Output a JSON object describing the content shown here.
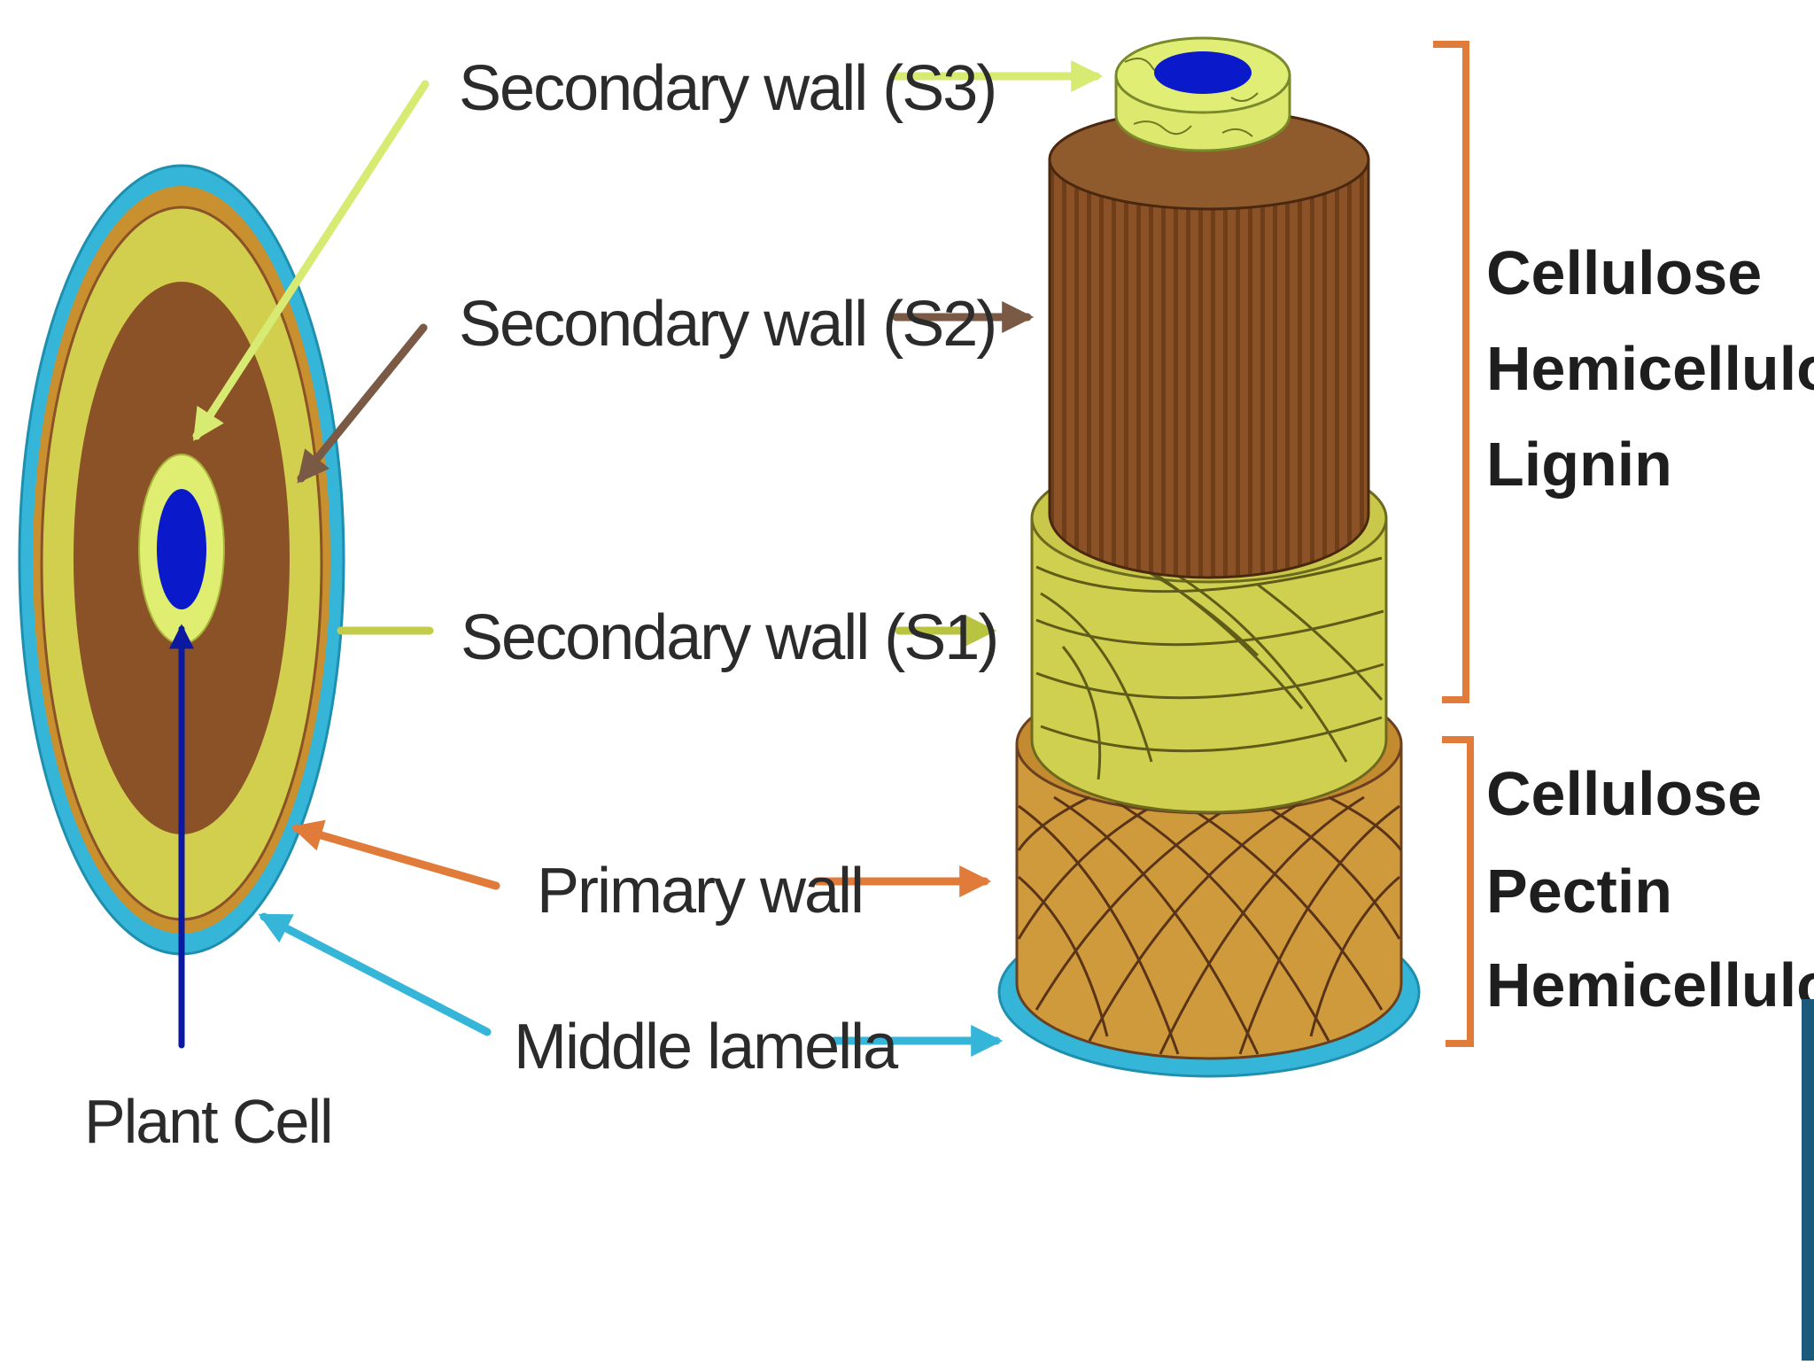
{
  "labels": {
    "s3": "Secondary wall (S3)",
    "s2": "Secondary wall (S2)",
    "s1": "Secondary wall (S1)",
    "primary": "Primary wall",
    "middle": "Middle lamella",
    "plant_cell": "Plant Cell"
  },
  "composition": {
    "secondary": [
      "Cellulose",
      "Hemicellulose",
      "Lignin"
    ],
    "primary": [
      "Cellulose",
      "Pectin",
      "Hemicellulose"
    ]
  },
  "colors": {
    "s3": "#d9e86a",
    "s2": "#8a5226",
    "s1": "#d0d050",
    "primary": "#cf9a3c",
    "middle_lamella": "#35b6d8",
    "nucleus": "#0a19c9",
    "primary_arrow": "#e07b39",
    "bracket": "#e07b39"
  }
}
